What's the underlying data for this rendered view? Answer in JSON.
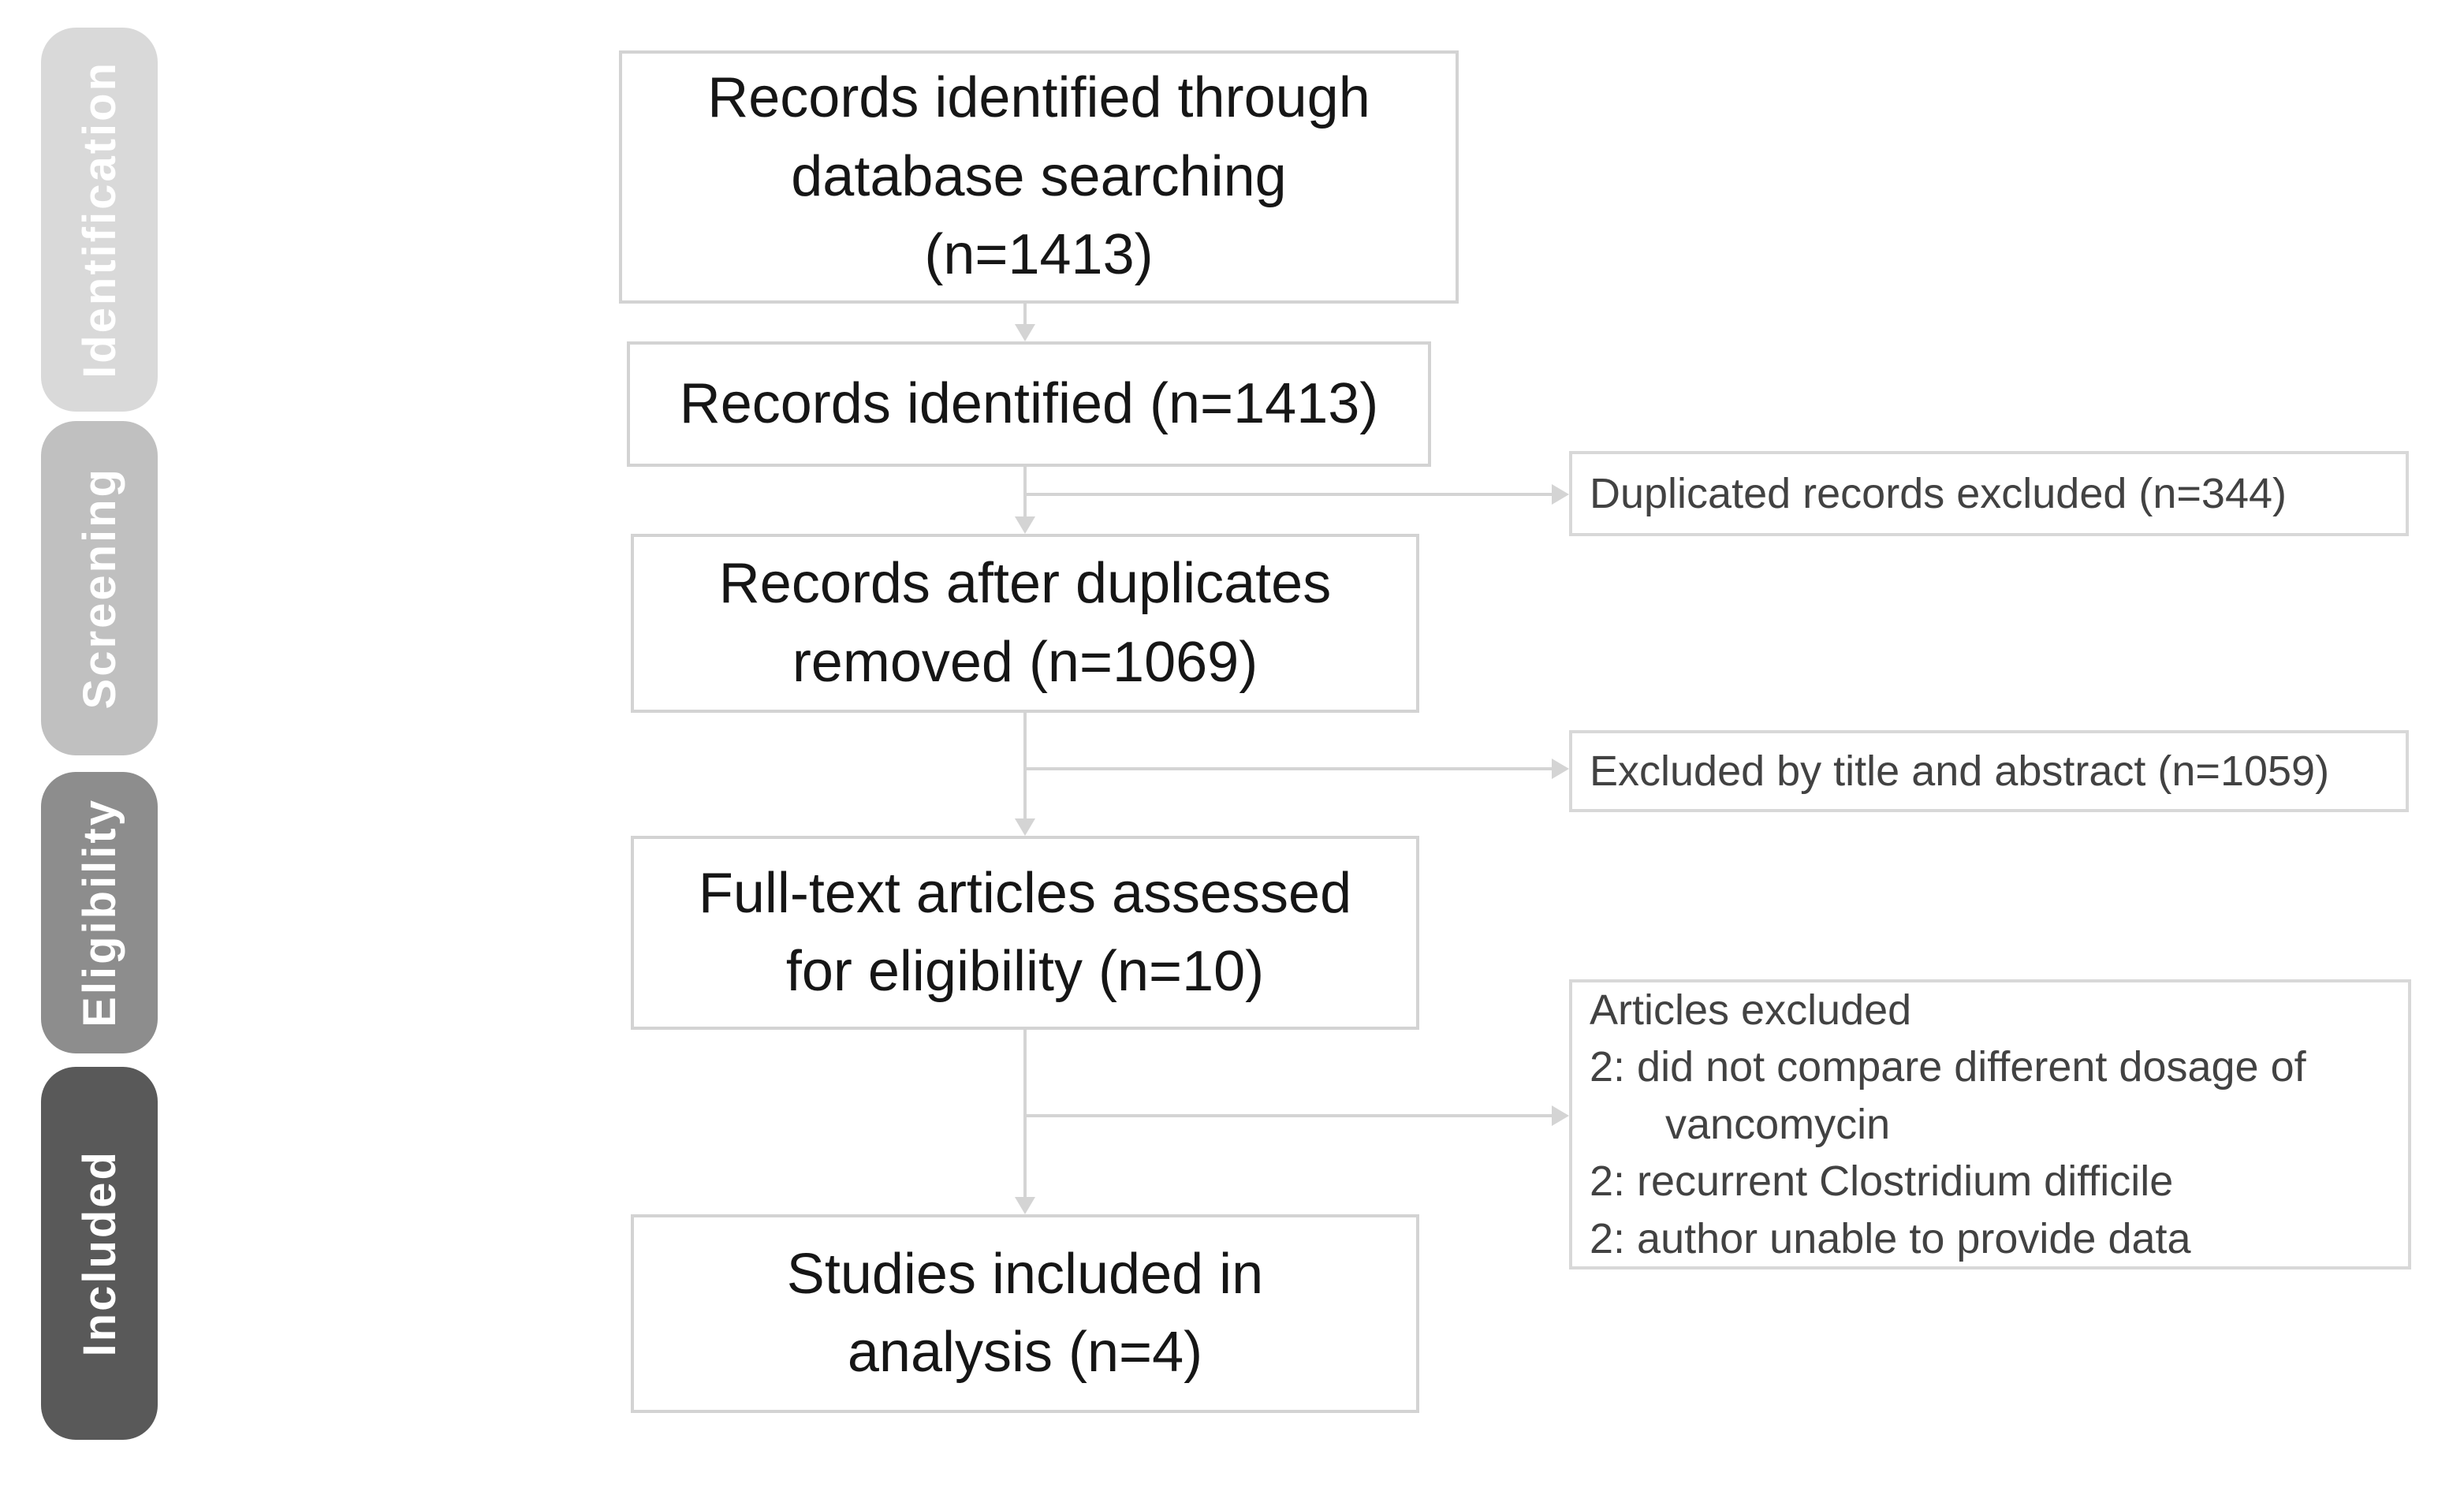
{
  "colors": {
    "stage_identification": "#d9d9d9",
    "stage_screening": "#c0c0c0",
    "stage_eligibility": "#8d8d8d",
    "stage_included": "#595959",
    "stage_text": "#ffffff",
    "box_border": "#d3d3d3",
    "connector": "#d4d4d4",
    "main_text": "#161616",
    "side_text": "#424242"
  },
  "stages": {
    "identification": {
      "label": "Identification"
    },
    "screening": {
      "label": "Screening"
    },
    "eligibility": {
      "label": "Eligibility"
    },
    "included": {
      "label": "Included"
    }
  },
  "boxes": {
    "records_identified_db": {
      "lines": [
        "Records identified through",
        "database searching",
        "(n=1413)"
      ]
    },
    "records_identified": {
      "lines": [
        "Records identified (n=1413)"
      ]
    },
    "records_after_duplicates": {
      "lines": [
        "Records after duplicates",
        "removed (n=1069)"
      ]
    },
    "fulltext_assessed": {
      "lines": [
        "Full-text articles assessed",
        "for eligibility (n=10)"
      ]
    },
    "studies_included": {
      "lines": [
        "Studies included in",
        "analysis (n=4)"
      ]
    }
  },
  "side_boxes": {
    "duplicates_excluded": {
      "lines": [
        "Duplicated records excluded (n=344)"
      ]
    },
    "title_abstract_excluded": {
      "lines": [
        "Excluded by title and abstract (n=1059)"
      ]
    },
    "articles_excluded": {
      "lines": [
        "Articles excluded",
        "2: did not compare different dosage of",
        "vancomycin",
        "2: recurrent Clostridium difficile",
        "2: author unable to provide data"
      ]
    }
  }
}
